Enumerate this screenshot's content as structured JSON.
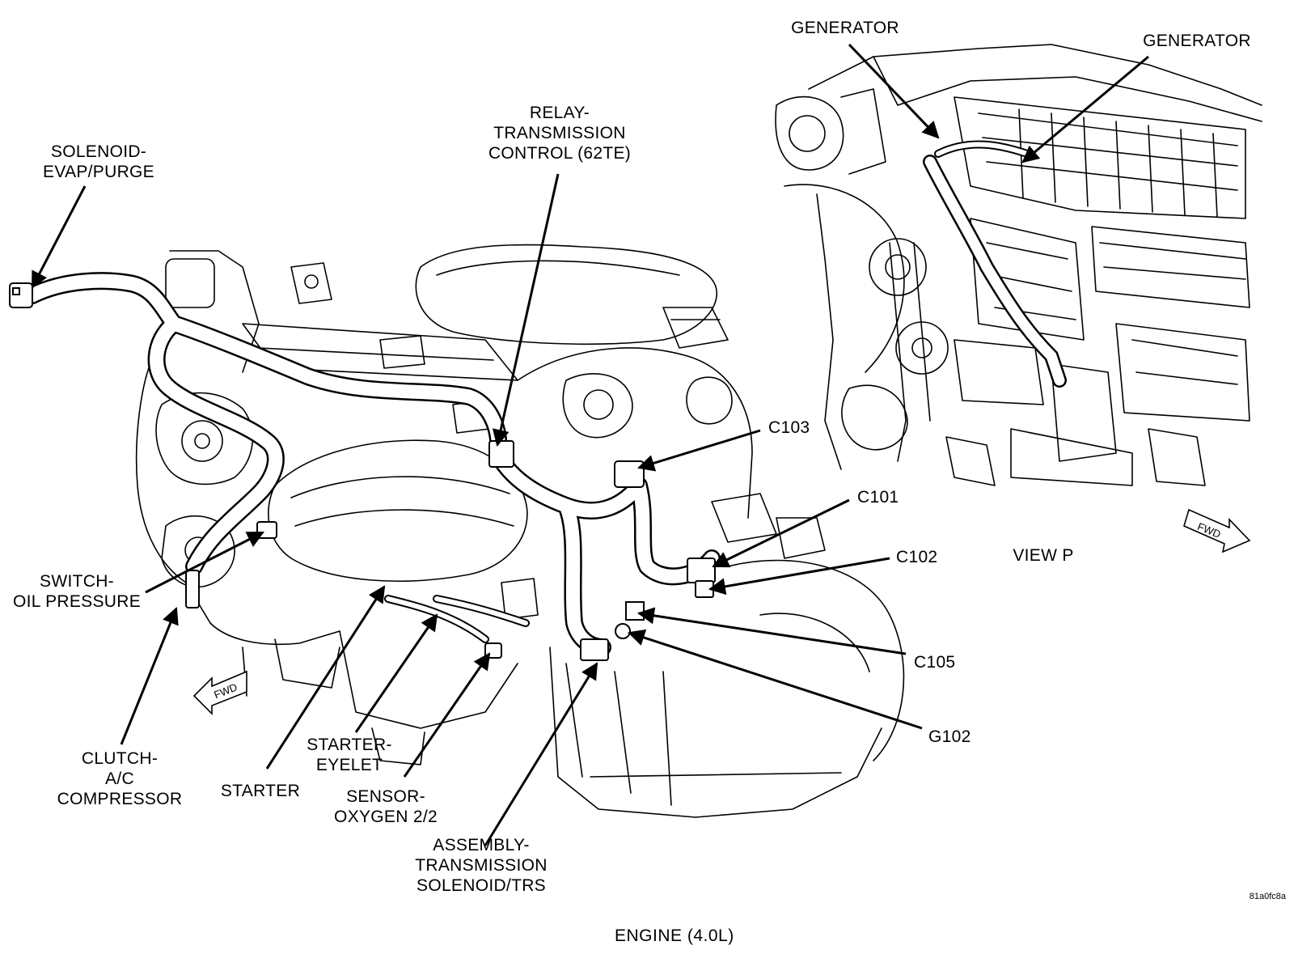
{
  "caption": "ENGINE    (4.0L)",
  "image_code": "81a0fc8a",
  "view_label": "VIEW P",
  "fwd_label": "FWD",
  "labels": {
    "generator_1": "GENERATOR",
    "generator_2": "GENERATOR",
    "solenoid_evap": "SOLENOID-\nEVAP/PURGE",
    "relay_trans": "RELAY-\nTRANSMISSION\nCONTROL (62TE)",
    "c103": "C103",
    "c101": "C101",
    "c102": "C102",
    "c105": "C105",
    "g102": "G102",
    "switch_oil": "SWITCH-\nOIL PRESSURE",
    "clutch_ac": "CLUTCH-\nA/C\nCOMPRESSOR",
    "starter": "STARTER",
    "starter_eyelet": "STARTER-\nEYELET",
    "sensor_o2": "SENSOR-\nOXYGEN 2/2",
    "assembly_trans": "ASSEMBLY-\nTRANSMISSION\nSOLENOID/TRS"
  }
}
